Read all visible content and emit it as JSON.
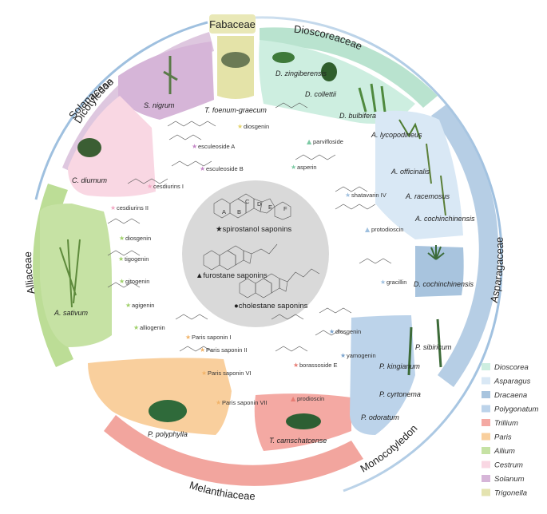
{
  "outer_labels": {
    "dicot": "Dicotyledon",
    "mono": "Monocotyledon"
  },
  "families": {
    "fabaceae": "Fabaceae",
    "dioscoreaceae": "Dioscoreaceae",
    "solanaceae": "Solanaceae",
    "asparagaceae": "Asparagaceae",
    "alliaceae": "Alliaceae",
    "melanthiaceae": "Melanthiaceae"
  },
  "species": {
    "t_foenum": "T. foenum-graecum",
    "d_zingiberensis": "D. zingiberensis",
    "d_collettii": "D. collettii",
    "d_bulbifera": "D. bulbifera",
    "s_nigrum": "S. nigrum",
    "c_diurnum": "C. diurnum",
    "a_lycopodineus": "A. lycopodineus",
    "a_officinalis": "A. officinalis",
    "a_racemosus": "A. racemosus",
    "a_cochinchinensis": "A. cochinchinensis",
    "d_cochinchinensis": "D. cochinchinensis",
    "p_sibiricum": "P. sibiricum",
    "p_kingianum": "P. kingianum",
    "p_cyrtonema": "P. cyrtonema",
    "p_odoratum": "P. odoratum",
    "a_sativum": "A. sativum",
    "p_polyphylla": "P. polyphylla",
    "t_camschatcense": "T. camschatcense"
  },
  "compounds": {
    "diosgenin_fab": "diosgenin",
    "esculeoside_a": "esculeoside A",
    "esculeoside_b": "esculeoside B",
    "parvifloside": "parvifloside",
    "asperin": "asperin",
    "cesdiurins_i": "cesdiurins I",
    "cesdiurins_ii": "cesdiurins II",
    "shatavarin_iv": "shatavarin IV",
    "protodioscin": "protodioscin",
    "gracillin": "gracillin",
    "diosgenin_all": "diosgenin",
    "tigogenin": "tigogenin",
    "gitogenin": "gitogenin",
    "agigenin": "agigenin",
    "alliogenin": "alliogenin",
    "diosgenin_pol": "diosgenin",
    "yamogenin": "yamogenin",
    "paris_i": "Paris saponin I",
    "paris_ii": "Paris saponin II",
    "paris_vi": "Paris saponin VI",
    "paris_vii": "Paris saponin VII",
    "borassoside_e": "borassoside E",
    "prodioscin": "prodioscin"
  },
  "center": {
    "spirostanol": "★spirostanol saponins",
    "furostane": "▲furostane saponins",
    "cholestane": "●cholestane saponins",
    "ring_a": "A",
    "ring_b": "B",
    "ring_c": "C",
    "ring_d": "D",
    "ring_e": "E",
    "ring_f": "F"
  },
  "legend": [
    {
      "label": "Dioscorea",
      "color": "#cdeee0"
    },
    {
      "label": "Asparagus",
      "color": "#d9e8f5"
    },
    {
      "label": "Dracaena",
      "color": "#a8c4de"
    },
    {
      "label": "Polygonatum",
      "color": "#bcd3ea"
    },
    {
      "label": "Trillium",
      "color": "#f4a9a3"
    },
    {
      "label": "Paris",
      "color": "#f9cf9d"
    },
    {
      "label": "Allium",
      "color": "#c6e2a4"
    },
    {
      "label": "Cestrum",
      "color": "#f9d7e3"
    },
    {
      "label": "Solanum",
      "color": "#d6b5d8"
    },
    {
      "label": "Trigonella",
      "color": "#e4e3b0"
    }
  ],
  "colors": {
    "dioscoreaceae_band": "#a8dcc3",
    "asparagaceae_band": "#a9c5e0",
    "melanthiaceae_band": "#f19b94",
    "alliaceae_band": "#b5d98b",
    "solanaceae_band": "#d8bdd9",
    "fabaceae_box": "#e4e3a8",
    "center_circle": "#d9d9d9",
    "dicot_arc": "#9fc0df",
    "mono_arc": "#9fc0df"
  }
}
